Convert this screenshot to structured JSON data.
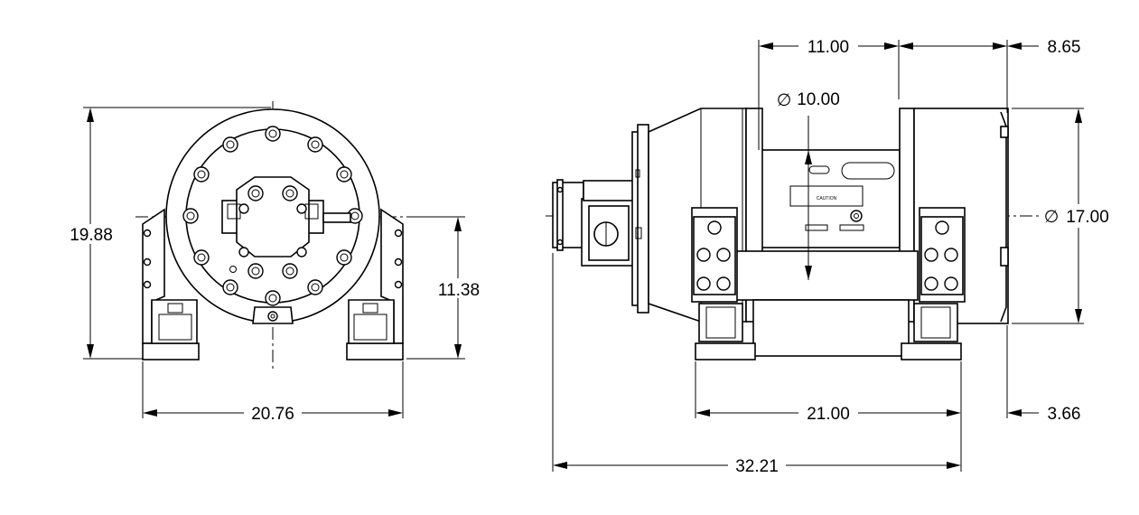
{
  "drawing": {
    "dimensions": {
      "front_height": "19.88",
      "front_shaft_height": "11.38",
      "front_width": "20.76",
      "side_drum_length": "11.00",
      "side_right_offset": "8.65",
      "side_drum_diameter": "10.00",
      "side_flange_diameter": "17.00",
      "side_base_length": "21.00",
      "side_overall_length": "32.21",
      "side_end_offset": "3.66"
    },
    "label_text": {
      "caution": "CAUTION"
    },
    "colors": {
      "line": "#000000",
      "background": "#ffffff"
    },
    "symbols": {
      "diameter": "∅"
    }
  }
}
